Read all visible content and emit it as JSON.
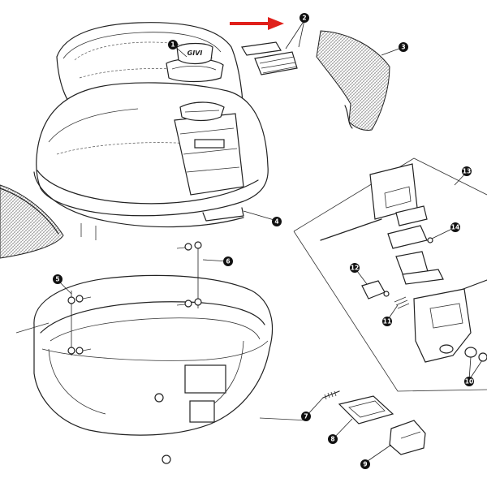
{
  "diagram": {
    "type": "exploded-parts-diagram",
    "callouts": [
      {
        "id": "1",
        "label": "1"
      },
      {
        "id": "2",
        "label": "2"
      },
      {
        "id": "3",
        "label": "3"
      },
      {
        "id": "4",
        "label": "4"
      },
      {
        "id": "5",
        "label": "5"
      },
      {
        "id": "6",
        "label": "6"
      },
      {
        "id": "7",
        "label": "7"
      },
      {
        "id": "8",
        "label": "8"
      },
      {
        "id": "9",
        "label": "9"
      },
      {
        "id": "10",
        "label": "10"
      },
      {
        "id": "11",
        "label": "11"
      },
      {
        "id": "12",
        "label": "12"
      },
      {
        "id": "13",
        "label": "13"
      },
      {
        "id": "14",
        "label": "14"
      }
    ],
    "logo_text": "GIVI",
    "highlight_arrow_color": "#e0201b",
    "line_color": "#222222"
  }
}
